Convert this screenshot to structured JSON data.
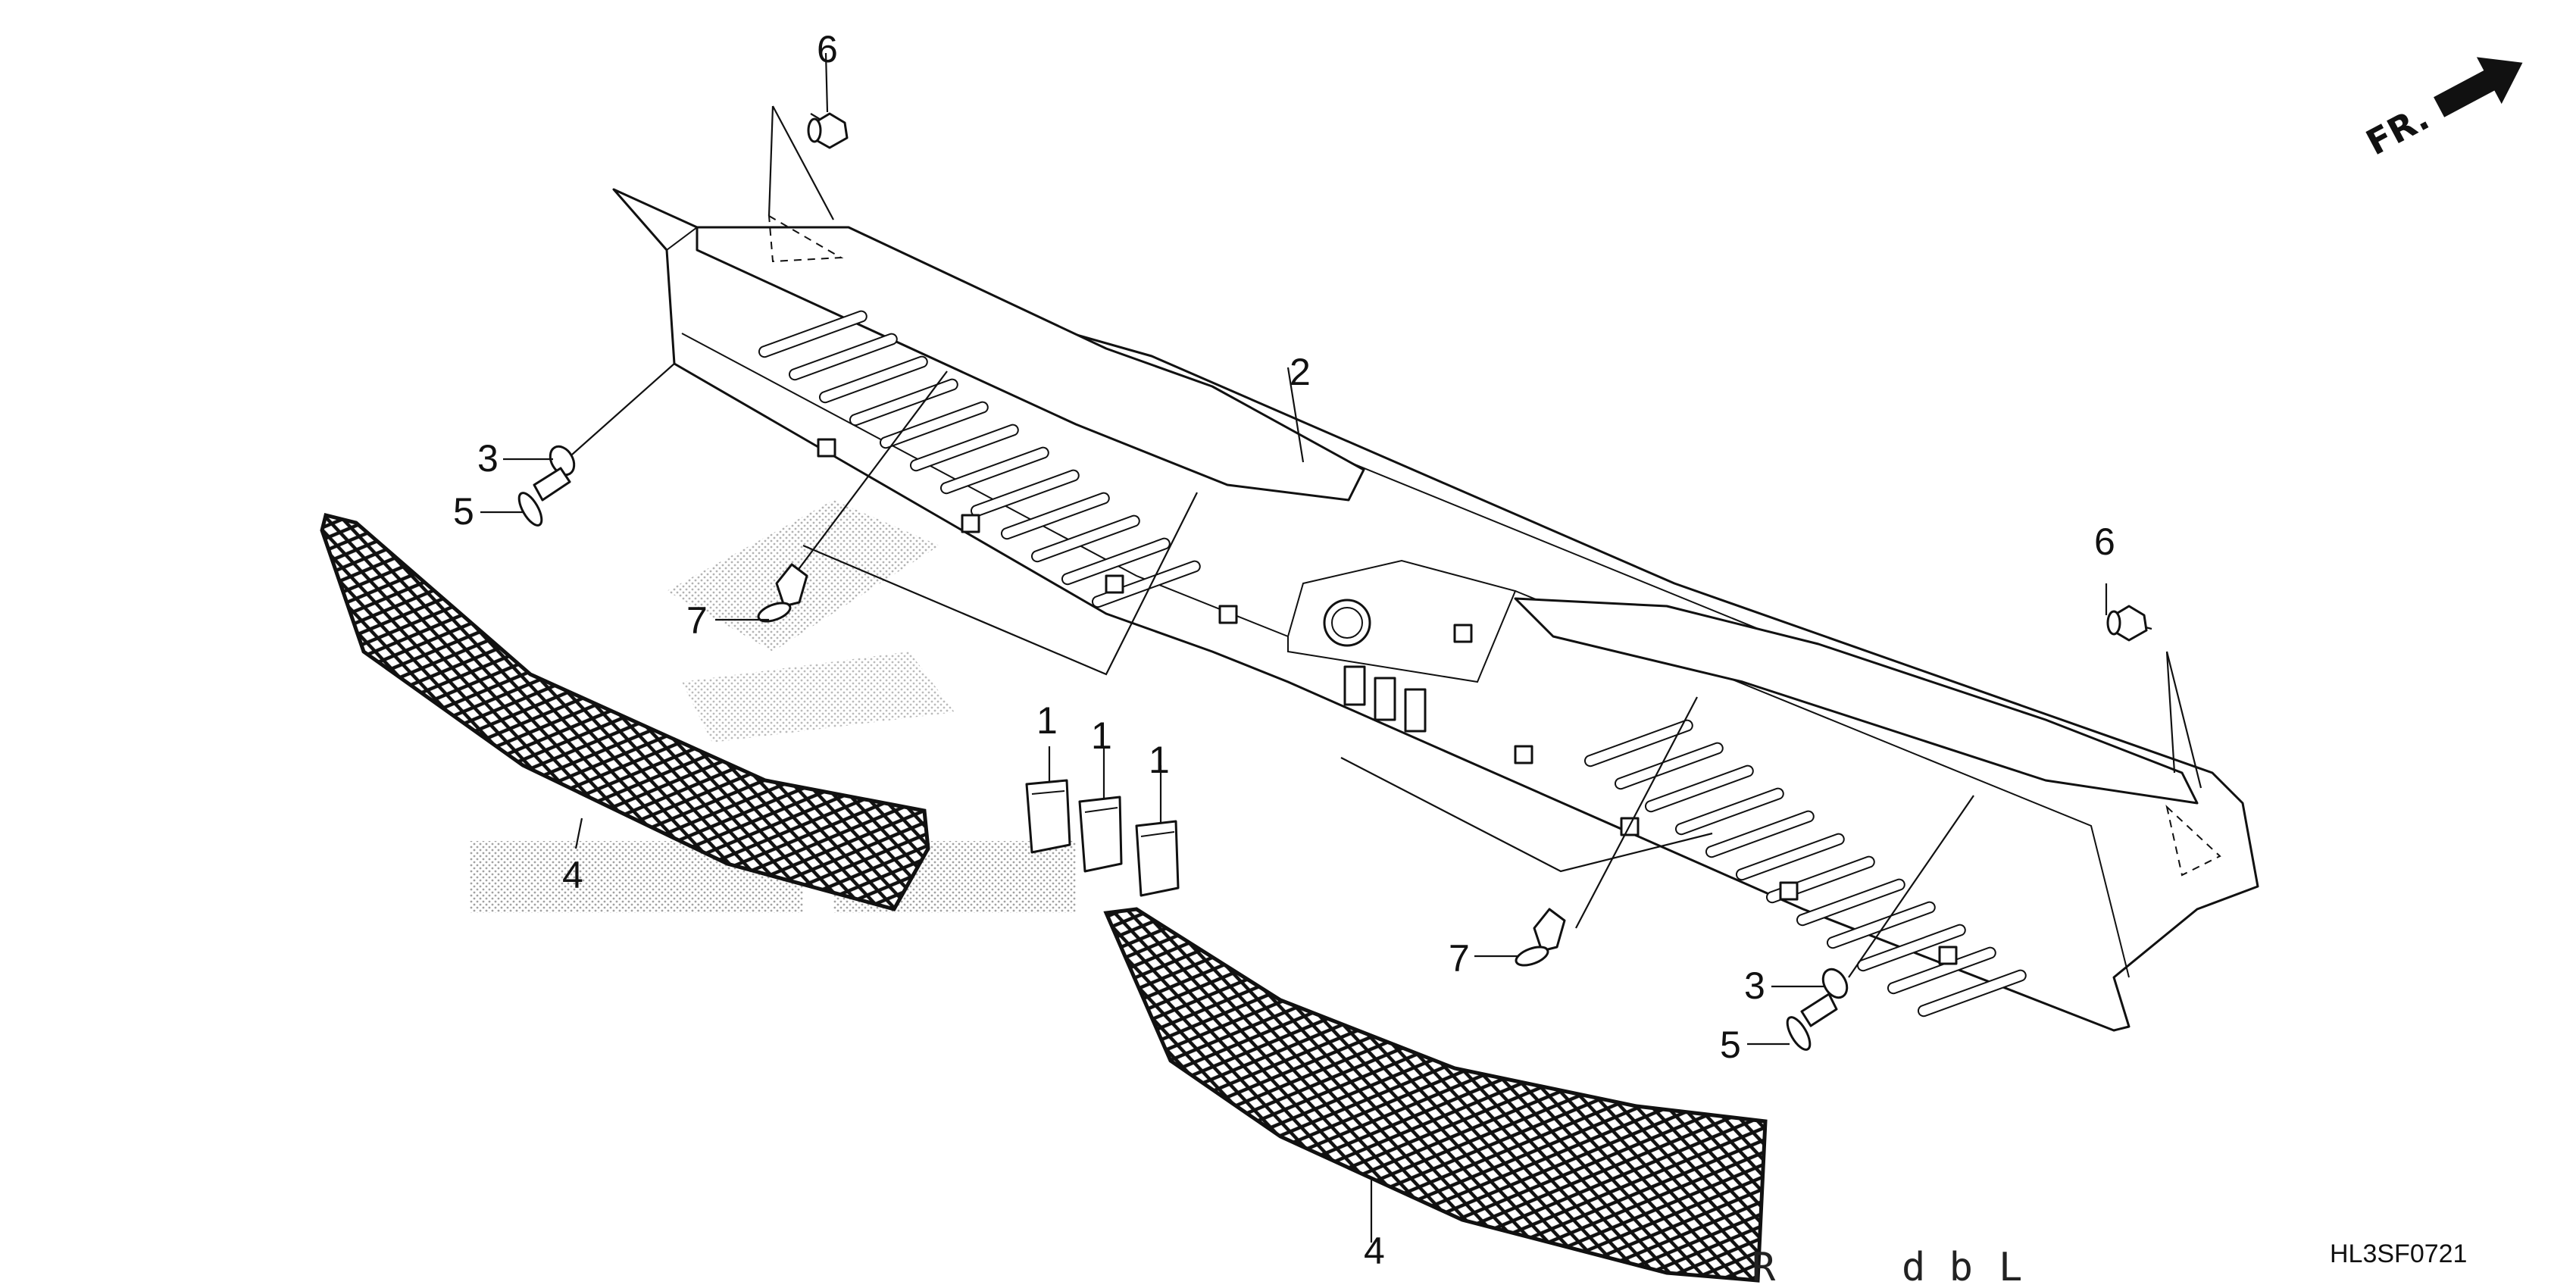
{
  "diagram": {
    "orientation_label": "FR.",
    "drawing_code": "HL3SF0721",
    "ghost_text": [
      "R",
      "d b",
      "L"
    ],
    "callouts": [
      {
        "id": "c1a",
        "text": "1"
      },
      {
        "id": "c1b",
        "text": "1"
      },
      {
        "id": "c1c",
        "text": "1"
      },
      {
        "id": "c2",
        "text": "2"
      },
      {
        "id": "c3a",
        "text": "3"
      },
      {
        "id": "c3b",
        "text": "3"
      },
      {
        "id": "c4a",
        "text": "4"
      },
      {
        "id": "c4b",
        "text": "4"
      },
      {
        "id": "c5a",
        "text": "5"
      },
      {
        "id": "c5b",
        "text": "5"
      },
      {
        "id": "c6a",
        "text": "6"
      },
      {
        "id": "c6b",
        "text": "6"
      },
      {
        "id": "c7a",
        "text": "7"
      },
      {
        "id": "c7b",
        "text": "7"
      }
    ]
  }
}
